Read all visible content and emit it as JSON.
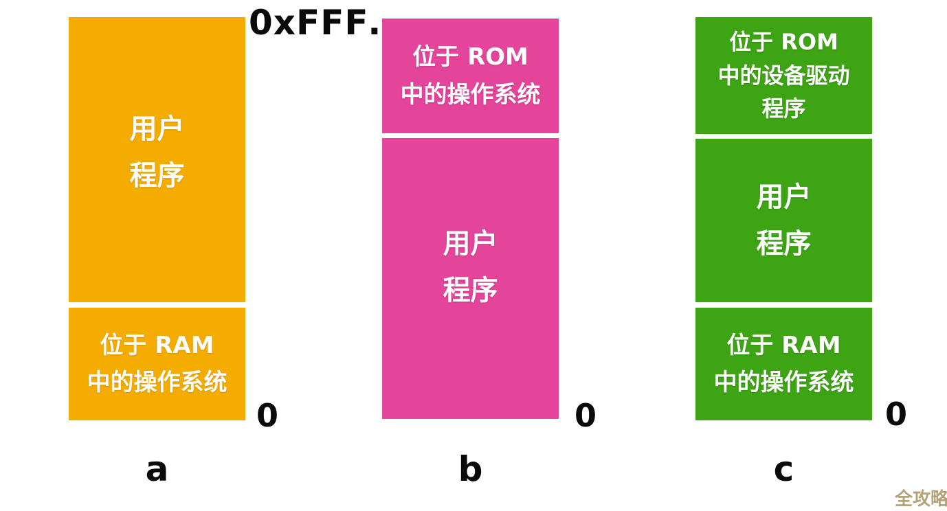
{
  "diagram": {
    "top_address_label": "0xFFF…",
    "zero_label": "0",
    "text_color": "#ffffff",
    "address_color": "#0a0a0a",
    "columns": [
      {
        "caption": "a",
        "color": "#f5ac00",
        "blocks": {
          "user_program": "用户\n程序",
          "os_in_ram": "位于 RAM\n中的操作系统"
        }
      },
      {
        "caption": "b",
        "color": "#e4449a",
        "blocks": {
          "os_in_rom": "位于 ROM\n中的操作系统",
          "user_program": "用户\n程序"
        }
      },
      {
        "caption": "c",
        "color": "#3da414",
        "blocks": {
          "device_drivers_in_rom": "位于 ROM\n中的设备驱动\n程序",
          "user_program": "用户\n程序",
          "os_in_ram": "位于 RAM\n中的操作系统"
        }
      }
    ]
  },
  "watermark": {
    "text": "全攻略",
    "color": "#b4a379"
  }
}
